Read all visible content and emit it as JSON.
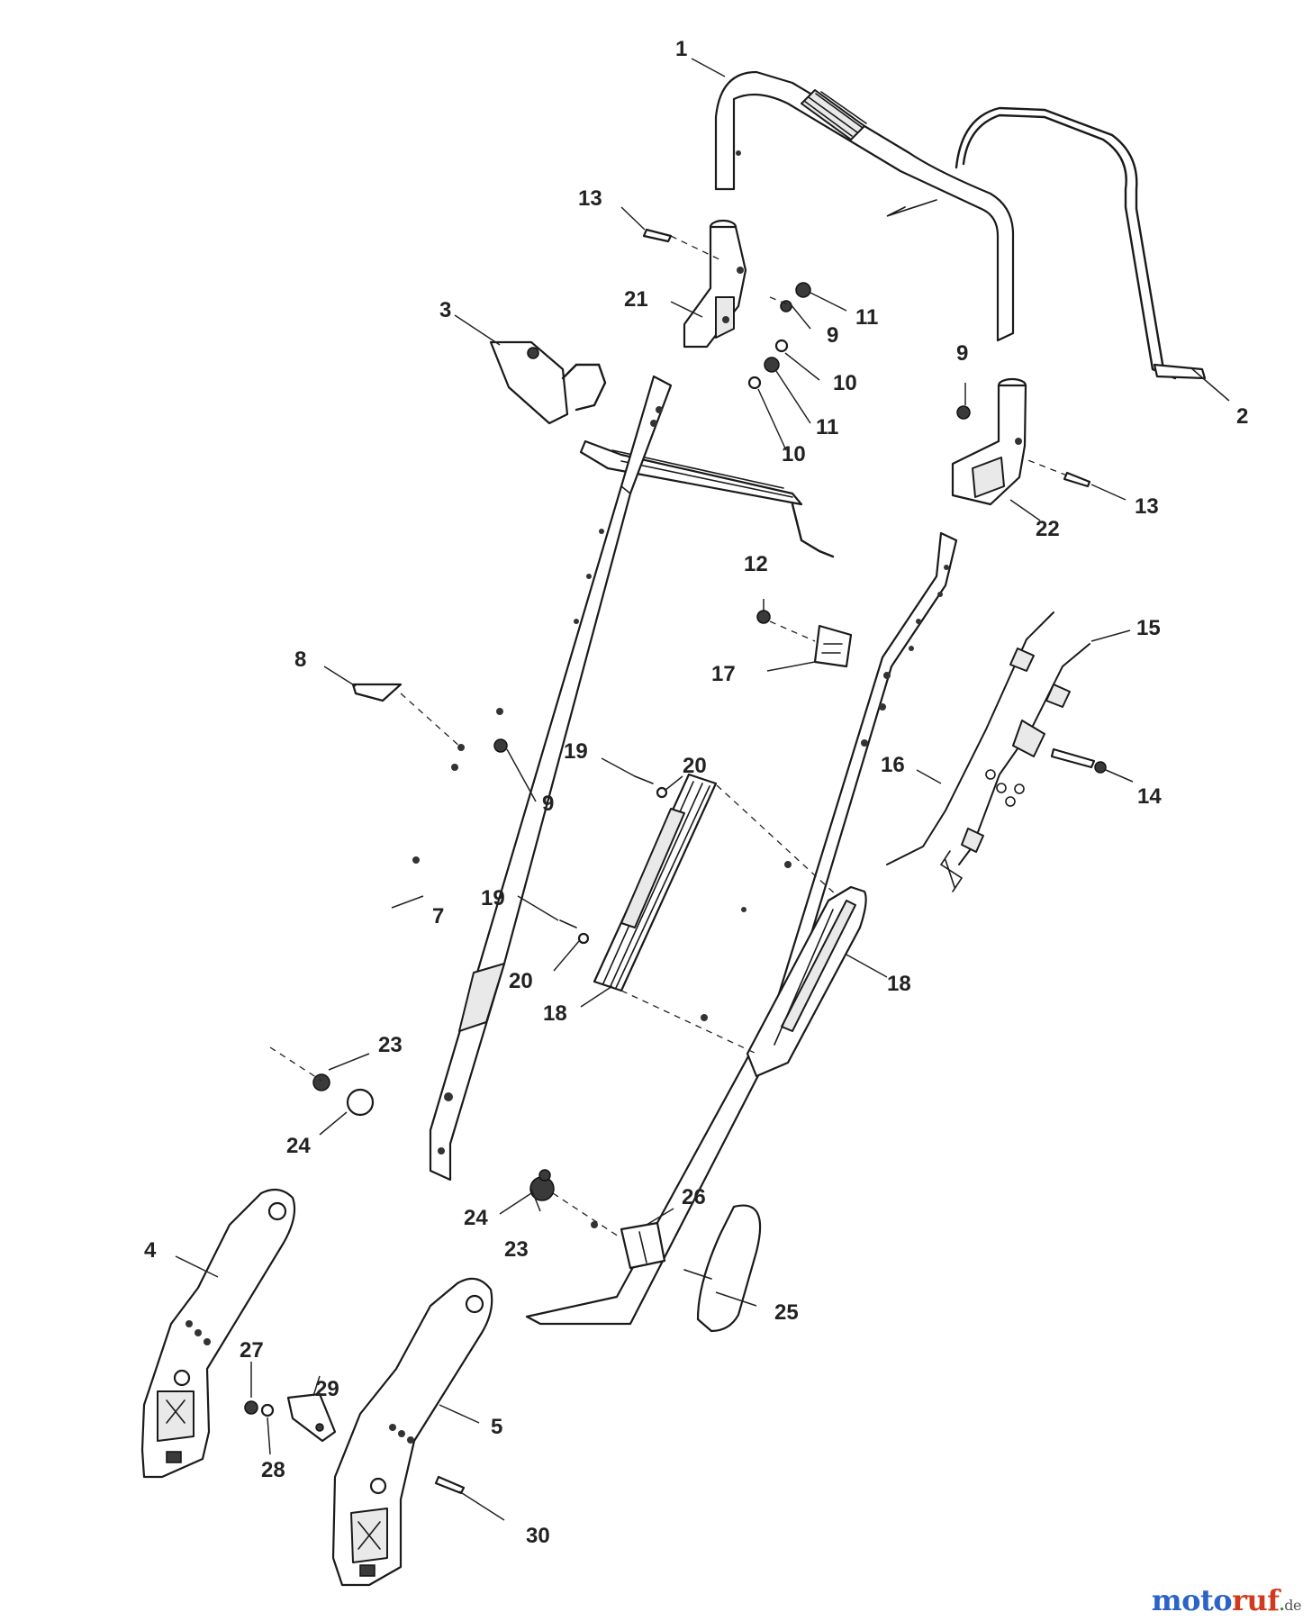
{
  "callouts": {
    "c1": "1",
    "c2": "2",
    "c3": "3",
    "c4": "4",
    "c5": "5",
    "c7": "7",
    "c8": "8",
    "c9a": "9",
    "c9b": "9",
    "c9c": "9",
    "c10a": "10",
    "c10b": "10",
    "c11a": "11",
    "c11b": "11",
    "c12": "12",
    "c13a": "13",
    "c13b": "13",
    "c14": "14",
    "c15": "15",
    "c16": "16",
    "c17": "17",
    "c18a": "18",
    "c18b": "18",
    "c19a": "19",
    "c19b": "19",
    "c20a": "20",
    "c20b": "20",
    "c21": "21",
    "c22": "22",
    "c23a": "23",
    "c23b": "23",
    "c24a": "24",
    "c24b": "24",
    "c25": "25",
    "c26": "26",
    "c27": "27",
    "c28": "28",
    "c29": "29",
    "c30": "30"
  },
  "watermark": {
    "moto": "moto",
    "ruf": "ruf",
    "dot": ".",
    "de": "de"
  }
}
